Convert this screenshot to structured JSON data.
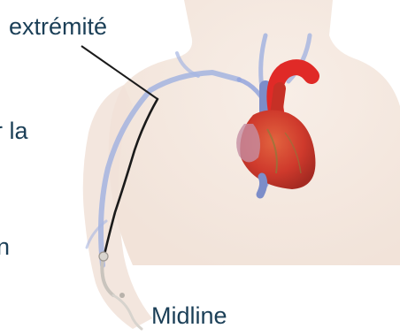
{
  "labels": {
    "tip": "extrémité",
    "cut_text_1": "r la",
    "cut_text_2": "n",
    "device": "Midline"
  },
  "colors": {
    "text": "#1b3f57",
    "catheter": "#1a1a1a",
    "vein": "#8fa2d8",
    "skin": "#f4e7de",
    "heart": "#d23a2b",
    "aorta": "#e02a27",
    "vena": "#7c8dc9"
  }
}
